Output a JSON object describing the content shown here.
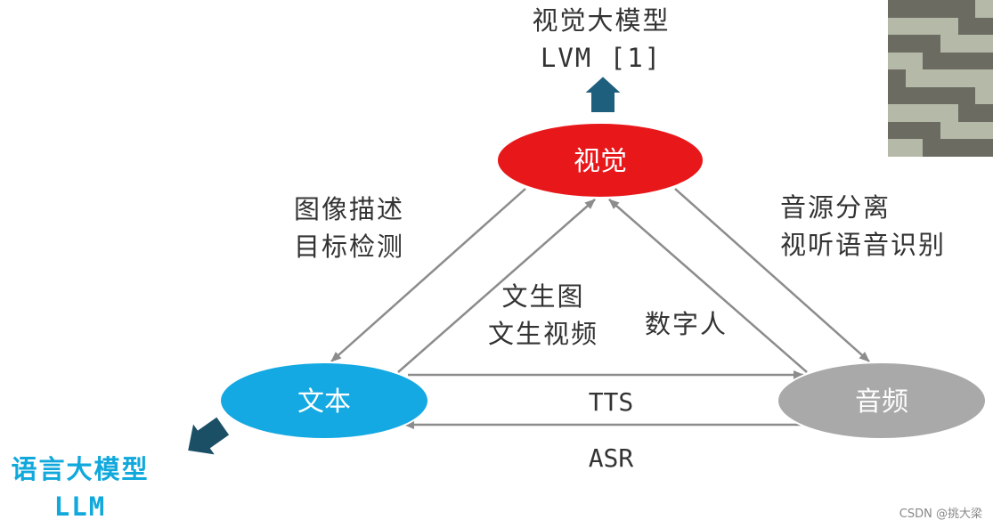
{
  "top_label": {
    "line1": "视觉大模型",
    "line2": "LVM [1]"
  },
  "left_label": {
    "line1": "语言大模型",
    "line2": "LLM"
  },
  "nodes": {
    "vision": {
      "label": "视觉",
      "color": "#e8171a"
    },
    "text": {
      "label": "文本",
      "color": "#14a9e2"
    },
    "audio": {
      "label": "音频",
      "color": "#a9a9a9"
    }
  },
  "edge_labels": {
    "vision_to_text": {
      "line1": "图像描述",
      "line2": "目标检测"
    },
    "text_to_vision": {
      "line1": "文生图",
      "line2": "文生视频"
    },
    "audio_to_vision": "数字人",
    "vision_to_audio": {
      "line1": "音源分离",
      "line2": "视听语音识别"
    },
    "text_to_audio": "TTS",
    "audio_to_text": "ASR"
  },
  "arrow_colors": {
    "edge": "#8c8c8c",
    "block_top": "#1f5f7e",
    "block_left": "#1a4f66"
  },
  "watermark": "CSDN @挑大梁"
}
